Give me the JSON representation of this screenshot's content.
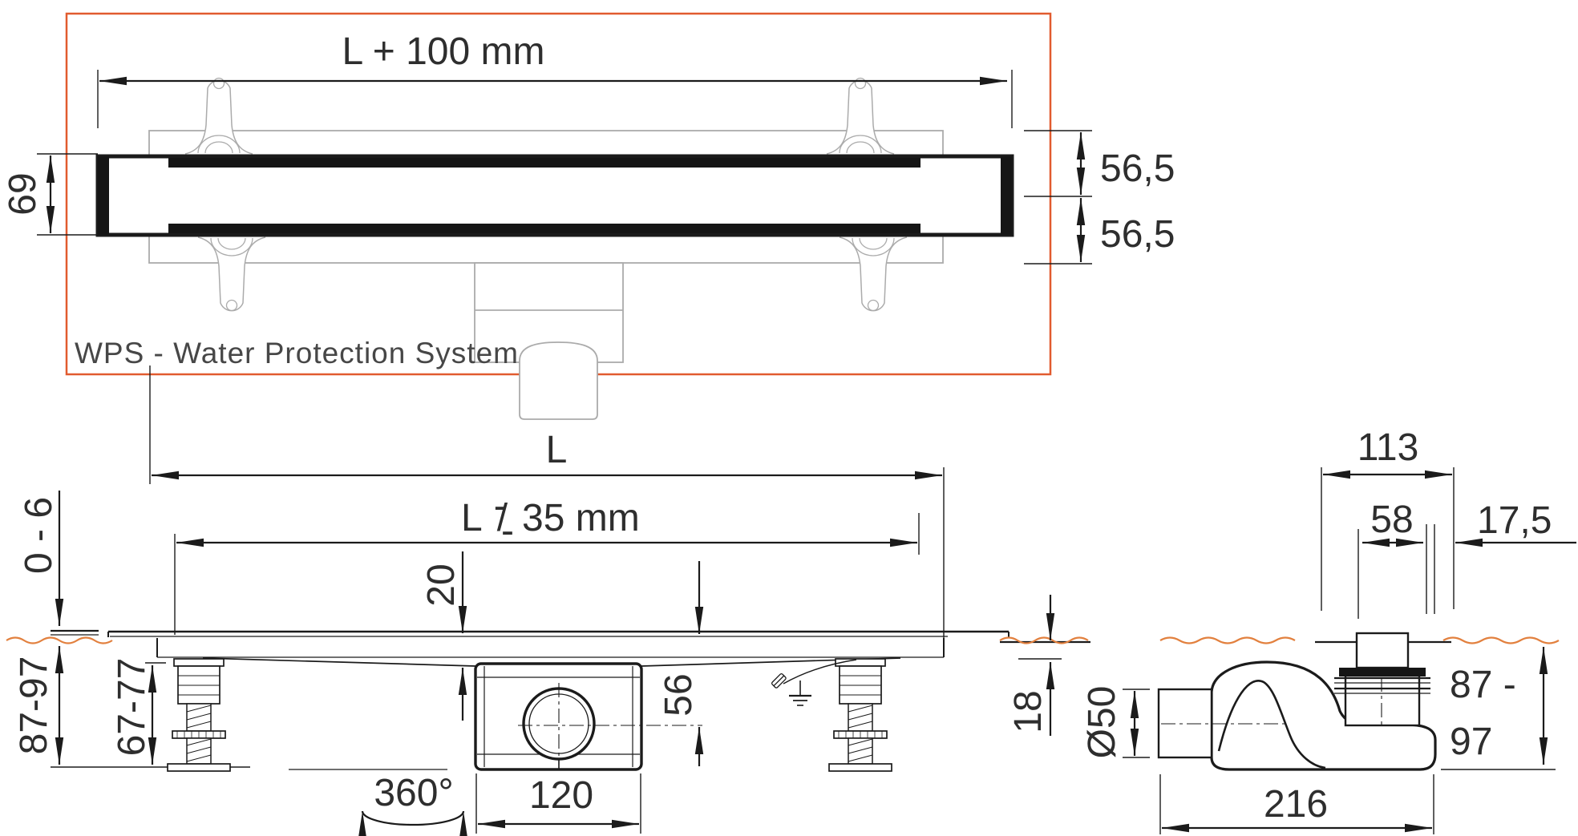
{
  "colors": {
    "frame": "#E15B2F",
    "floor": "#E2803E",
    "line": "#1b1b1b",
    "text": "#2e2e2e"
  },
  "top_view": {
    "system_label": "WPS - Water Protection System",
    "dim_total_length": "L + 100 mm",
    "dim_channel_height": "69",
    "dim_flange_upper": "56,5",
    "dim_flange_lower": "56,5"
  },
  "side_view": {
    "dim_length": "L",
    "dim_grate": {
      "prefix": "L",
      "minus_top": "-",
      "slash": "/",
      "minus_bottom": "-",
      "suffix": "35 mm"
    },
    "dim_depth": "20",
    "dim_tile_range": "0 - 6",
    "dim_install_height": "87-97",
    "dim_feet_height": "67-77",
    "dim_trap_height": "56",
    "dim_edge_thickness": "18",
    "rotation_label": "360°",
    "dim_trap_width": "120"
  },
  "end_view": {
    "dim_flange_width": "113",
    "dim_riser": "58",
    "dim_flange_offset": "17,5",
    "dim_outlet_diameter": "Ø50",
    "dim_install_line1": "87 -",
    "dim_install_line2": "97",
    "dim_body_length": "216"
  }
}
